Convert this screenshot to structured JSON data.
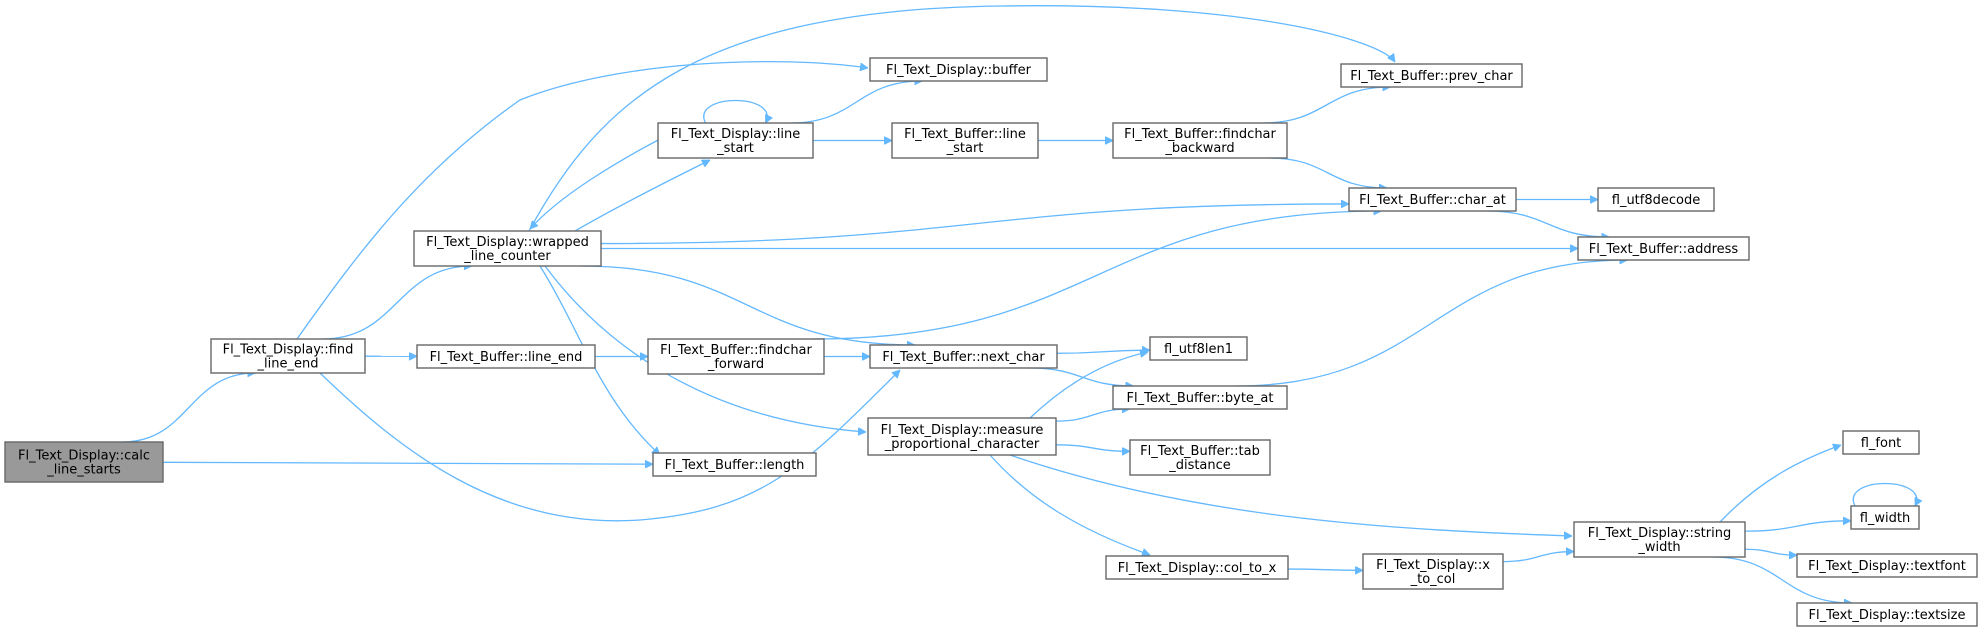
{
  "graph": {
    "edge_color": "#63b8ff",
    "root_fill": "#999999",
    "nodes": [
      {
        "id": "calc",
        "lines": [
          "Fl_Text_Display::calc",
          "_line_starts"
        ],
        "root": true
      },
      {
        "id": "find",
        "lines": [
          "Fl_Text_Display::find",
          "_line_end"
        ]
      },
      {
        "id": "length",
        "lines": [
          "Fl_Text_Buffer::length"
        ]
      },
      {
        "id": "next_char",
        "lines": [
          "Fl_Text_Buffer::next_char"
        ]
      },
      {
        "id": "buffer",
        "lines": [
          "Fl_Text_Display::buffer"
        ]
      },
      {
        "id": "line_end",
        "lines": [
          "Fl_Text_Buffer::line_end"
        ]
      },
      {
        "id": "wlc",
        "lines": [
          "Fl_Text_Display::wrapped",
          "_line_counter"
        ]
      },
      {
        "id": "disp_line_start",
        "lines": [
          "Fl_Text_Display::line",
          "_start"
        ]
      },
      {
        "id": "findchar_forward",
        "lines": [
          "Fl_Text_Buffer::findchar",
          "_forward"
        ]
      },
      {
        "id": "buf_line_start",
        "lines": [
          "Fl_Text_Buffer::line",
          "_start"
        ]
      },
      {
        "id": "findchar_backward",
        "lines": [
          "Fl_Text_Buffer::findchar",
          "_backward"
        ]
      },
      {
        "id": "prev_char",
        "lines": [
          "Fl_Text_Buffer::prev_char"
        ]
      },
      {
        "id": "char_at",
        "lines": [
          "Fl_Text_Buffer::char_at"
        ]
      },
      {
        "id": "utf8decode",
        "lines": [
          "fl_utf8decode"
        ]
      },
      {
        "id": "address",
        "lines": [
          "Fl_Text_Buffer::address"
        ]
      },
      {
        "id": "utf8len1",
        "lines": [
          "fl_utf8len1"
        ]
      },
      {
        "id": "byte_at",
        "lines": [
          "Fl_Text_Buffer::byte_at"
        ]
      },
      {
        "id": "mpc",
        "lines": [
          "Fl_Text_Display::measure",
          "_proportional_character"
        ]
      },
      {
        "id": "tab_distance",
        "lines": [
          "Fl_Text_Buffer::tab",
          "_distance"
        ]
      },
      {
        "id": "col_to_x",
        "lines": [
          "Fl_Text_Display::col_to_x"
        ]
      },
      {
        "id": "x_to_col",
        "lines": [
          "Fl_Text_Display::x",
          "_to_col"
        ]
      },
      {
        "id": "string_width",
        "lines": [
          "Fl_Text_Display::string",
          "_width"
        ]
      },
      {
        "id": "fl_font",
        "lines": [
          "fl_font"
        ]
      },
      {
        "id": "fl_width",
        "lines": [
          "fl_width"
        ]
      },
      {
        "id": "textfont",
        "lines": [
          "Fl_Text_Display::textfont"
        ]
      },
      {
        "id": "textsize",
        "lines": [
          "Fl_Text_Display::textsize"
        ]
      }
    ],
    "edges": [
      [
        "calc",
        "find"
      ],
      [
        "calc",
        "length"
      ],
      [
        "find",
        "buffer"
      ],
      [
        "find",
        "line_end"
      ],
      [
        "find",
        "wlc"
      ],
      [
        "find",
        "next_char"
      ],
      [
        "line_end",
        "findchar_forward"
      ],
      [
        "findchar_forward",
        "next_char"
      ],
      [
        "findchar_forward",
        "char_at"
      ],
      [
        "wlc",
        "disp_line_start"
      ],
      [
        "wlc",
        "prev_char"
      ],
      [
        "wlc",
        "char_at"
      ],
      [
        "wlc",
        "address"
      ],
      [
        "wlc",
        "next_char"
      ],
      [
        "wlc",
        "length"
      ],
      [
        "wlc",
        "mpc"
      ],
      [
        "disp_line_start",
        "disp_line_start"
      ],
      [
        "disp_line_start",
        "buffer"
      ],
      [
        "disp_line_start",
        "buf_line_start"
      ],
      [
        "disp_line_start",
        "wlc"
      ],
      [
        "buf_line_start",
        "findchar_backward"
      ],
      [
        "findchar_backward",
        "prev_char"
      ],
      [
        "findchar_backward",
        "char_at"
      ],
      [
        "char_at",
        "utf8decode"
      ],
      [
        "char_at",
        "address"
      ],
      [
        "next_char",
        "utf8len1"
      ],
      [
        "next_char",
        "byte_at"
      ],
      [
        "byte_at",
        "address"
      ],
      [
        "mpc",
        "utf8len1"
      ],
      [
        "mpc",
        "byte_at"
      ],
      [
        "mpc",
        "tab_distance"
      ],
      [
        "mpc",
        "col_to_x"
      ],
      [
        "mpc",
        "string_width"
      ],
      [
        "col_to_x",
        "x_to_col"
      ],
      [
        "x_to_col",
        "string_width"
      ],
      [
        "string_width",
        "fl_font"
      ],
      [
        "string_width",
        "fl_width"
      ],
      [
        "string_width",
        "textfont"
      ],
      [
        "string_width",
        "textsize"
      ],
      [
        "fl_width",
        "fl_width"
      ]
    ]
  }
}
